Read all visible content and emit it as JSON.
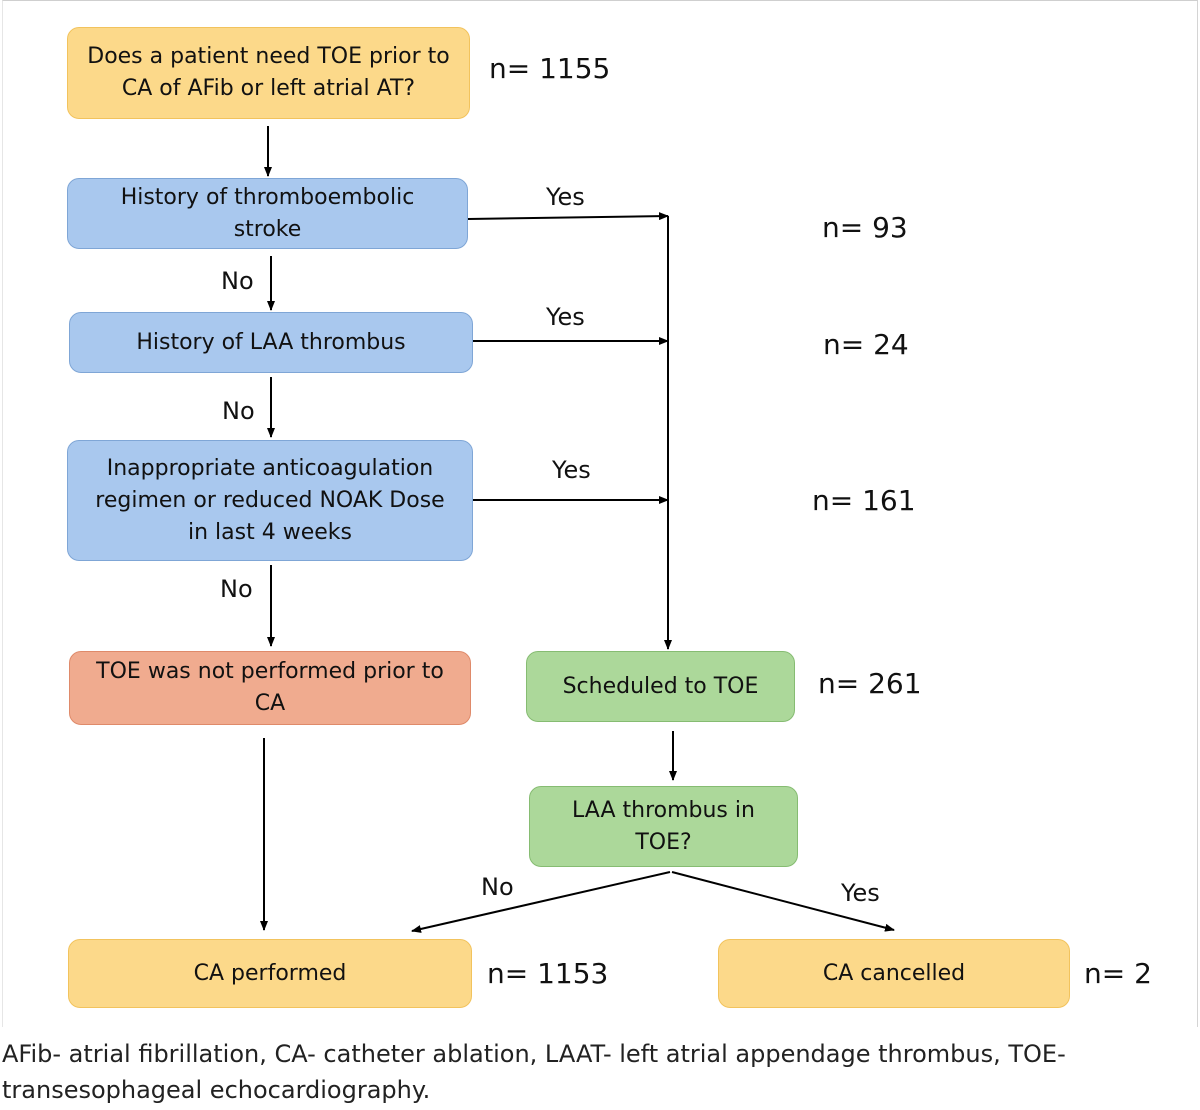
{
  "boxes": {
    "question": "Does a patient need TOE prior to\nCA of AFib or left atrial AT?",
    "stroke": "History of thromboembolic\nstroke",
    "laa_history": "History of LAA thrombus",
    "anticoag": "Inappropriate anticoagulation\nregimen or reduced NOAK Dose\nin  last 4 weeks",
    "not_performed": "TOE was not performed prior to\nCA",
    "scheduled": "Scheduled to TOE",
    "laa_toe": "LAA thrombus in\nTOE?",
    "ca_performed": "CA performed",
    "ca_cancelled": "CA cancelled"
  },
  "counts": {
    "total": "n= 1155",
    "stroke": "n= 93",
    "laa_history": "n= 24",
    "anticoag": "n= 161",
    "scheduled": "n= 261",
    "ca_performed": "n= 1153",
    "ca_cancelled": "n= 2"
  },
  "labels": {
    "yes": "Yes",
    "no": "No"
  },
  "colors": {
    "yellow": "#fcd98a",
    "blue": "#a9c8ee",
    "red": "#f0ab8f",
    "green": "#acd89a",
    "arrow": "#000000"
  },
  "caption": "AFib- atrial fibrillation, CA- catheter ablation, LAAT- left atrial appendage thrombus, TOE-\ntransesophageal echocardiography."
}
